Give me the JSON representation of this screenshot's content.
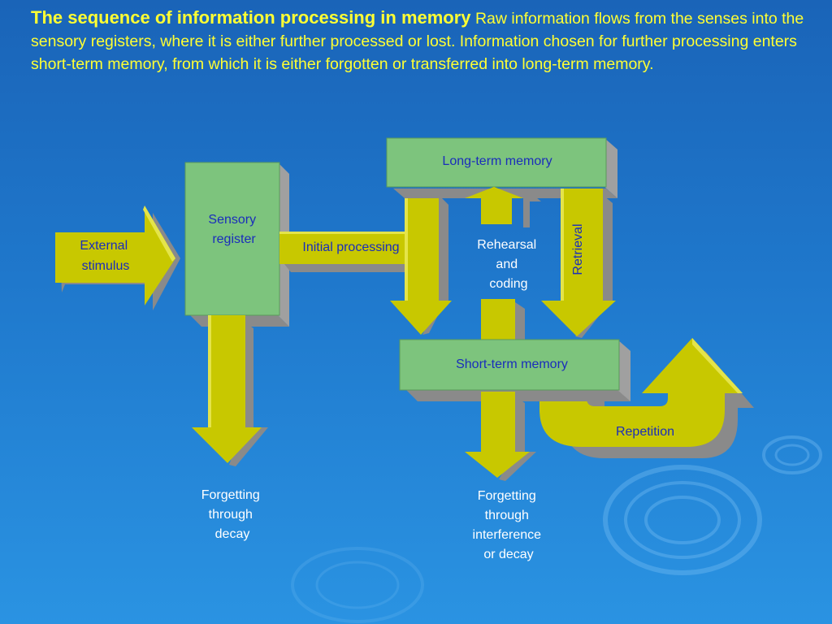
{
  "heading": {
    "title": "The sequence of information processing in memory",
    "body": "Raw information flows from the senses into the sensory registers, where it is either further processed or lost. Information chosen for further processing enters short-term memory, from which it is either forgotten or transferred into long-term memory."
  },
  "diagram": {
    "external_stimulus": [
      "External",
      "stimulus"
    ],
    "sensory_register": [
      "Sensory",
      "register"
    ],
    "initial_processing": "Initial processing",
    "long_term_memory": "Long-term memory",
    "short_term_memory": "Short-term memory",
    "rehearsal_and_coding": [
      "Rehearsal",
      "and",
      "coding"
    ],
    "retrieval": "Retrieval",
    "repetition": "Repetition",
    "forgetting_decay": [
      "Forgetting",
      "through",
      "decay"
    ],
    "forgetting_interference": [
      "Forgetting",
      "through",
      "interference",
      "or decay"
    ]
  },
  "colors": {
    "background": "#1f78cc",
    "heading_text": "#ffff33",
    "arrow_fill": "#c8c800",
    "box_fill": "#7dc47d",
    "shadow": "#8a8a8a",
    "label_blue": "#1a2dbb",
    "label_white": "#ffffff"
  }
}
